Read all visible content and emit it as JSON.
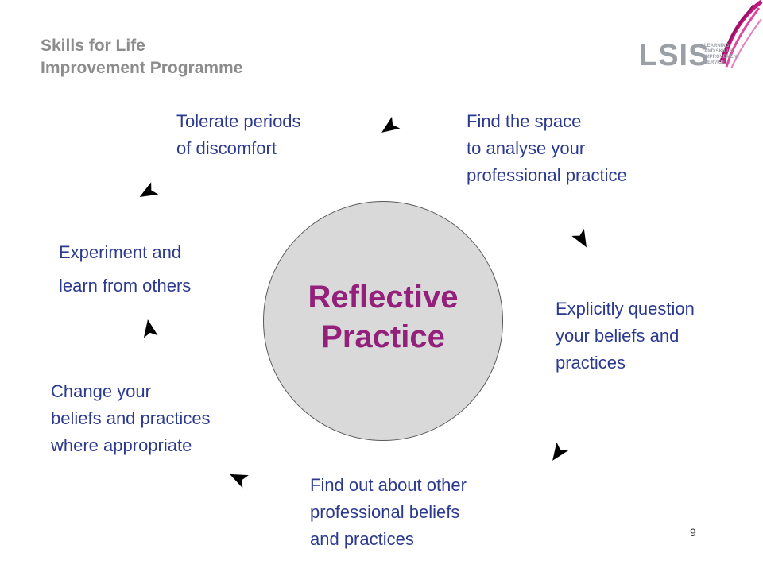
{
  "header": {
    "line1": "Skills for Life",
    "line2": "Improvement Programme"
  },
  "logo": {
    "name": "LSIS",
    "sub": [
      "LEARNING",
      "AND SKILLS",
      "IMPROVEMENT",
      "SERVICE"
    ],
    "accent_color": "#c0177a"
  },
  "center": {
    "line1": "Reflective",
    "line2": "Practice",
    "color": "#93207a",
    "fill": "#d9d9d9"
  },
  "steps": [
    {
      "lines": [
        "Find the space",
        "to analyse your",
        "professional practice"
      ]
    },
    {
      "lines": [
        "Explicitly question",
        "your beliefs and",
        "practices"
      ]
    },
    {
      "lines": [
        "Find out about other",
        "professional beliefs",
        "and practices"
      ]
    },
    {
      "lines": [
        "Change your",
        "beliefs and practices",
        "where appropriate"
      ]
    },
    {
      "lines": [
        "Experiment and",
        "learn from others"
      ]
    },
    {
      "lines": [
        "Tolerate periods",
        "of discomfort"
      ]
    }
  ],
  "text_color": "#2b3a8f",
  "page_number": "9"
}
